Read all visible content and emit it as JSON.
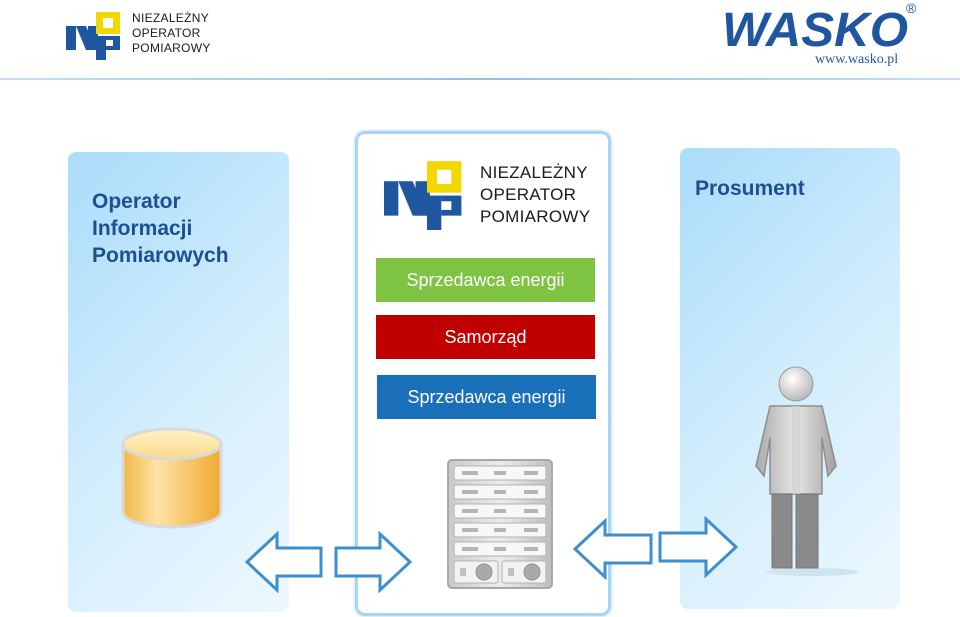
{
  "header": {
    "nop_logo_lines": [
      "NIEZALEŻNY",
      "OPERATOR",
      "POMIAROWY"
    ],
    "wasko_name": "WASKO",
    "wasko_registered": "®",
    "wasko_url": "www.wasko.pl"
  },
  "left_panel": {
    "title_lines": [
      "Operator",
      "Informacji",
      "Pomiarowych"
    ]
  },
  "center_panel": {
    "logo_lines": [
      "NIEZALEŻNY",
      "OPERATOR",
      "POMIAROWY"
    ],
    "roles": [
      {
        "label": "Sprzedawca energii",
        "color": "#7fc342"
      },
      {
        "label": "Samorząd",
        "color": "#c00000"
      },
      {
        "label": "Sprzedawca energii",
        "color": "#1a70b8"
      }
    ]
  },
  "right_panel": {
    "title": "Prosument"
  },
  "icons": {
    "database": "database-cylinder-icon",
    "server": "server-rack-icon",
    "person": "person-icon",
    "arrows": [
      "arrow-left-icon",
      "arrow-right-icon",
      "arrow-left-icon",
      "arrow-right-icon"
    ]
  },
  "colors": {
    "title_blue": "#1e4f96",
    "wasko_blue": "#1e56a0",
    "panel_light": "#d4eefd",
    "arrow_stroke": "#3d8fce"
  }
}
